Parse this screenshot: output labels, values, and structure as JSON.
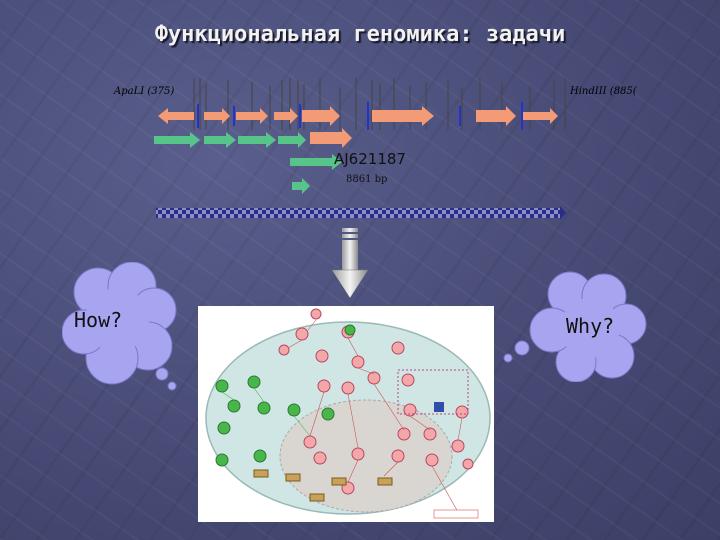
{
  "title": "Функциональная геномика: задачи",
  "gene_map": {
    "left_site": "ApaLI (375)",
    "right_site": "HindIII (885(",
    "accession": "AJ621187",
    "length": "8861 bp"
  },
  "clouds": {
    "left": "How?",
    "right": "Why?"
  },
  "colors": {
    "background": "#4a4e7a",
    "orange_gene": "#f39a77",
    "green_gene": "#57c48a",
    "blue_marker": "#2233cc",
    "cloud_fill": "#a7a5f0",
    "pathway_cell": "#cfe6e4"
  },
  "icons": {
    "down_arrow": "grey-down-arrow-icon"
  }
}
